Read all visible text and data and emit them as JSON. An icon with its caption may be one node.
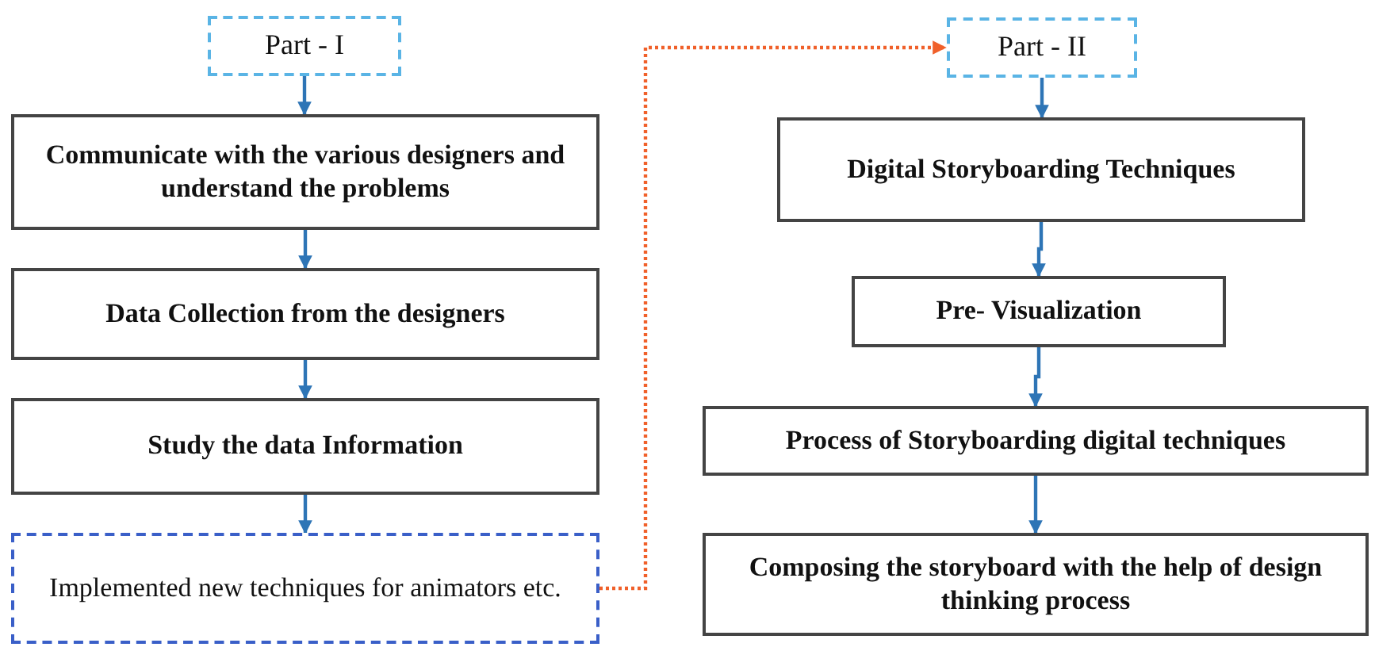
{
  "diagram": {
    "nodes": [
      {
        "text": [
          "Part - I"
        ]
      },
      {
        "text": [
          "Communicate with the various designers and understand the problems"
        ]
      },
      {
        "text": [
          "Data Collection from the designers"
        ]
      },
      {
        "text": [
          "Study the data Information"
        ]
      },
      {
        "text": [
          "Implemented new techniques for animators etc."
        ]
      },
      {
        "text": [
          "Part - II"
        ]
      },
      {
        "text": [
          "Digital Storyboarding Techniques"
        ]
      },
      {
        "text": [
          "Pre- Visualization"
        ]
      },
      {
        "text": [
          "Process of Storyboarding digital techniques"
        ]
      },
      {
        "text": [
          "Composing the storyboard with the help of design thinking process"
        ]
      }
    ],
    "edges": [
      {
        "from": 0,
        "to": 1,
        "arrow": "to"
      },
      {
        "from": 1,
        "to": 2,
        "arrow": "to"
      },
      {
        "from": 2,
        "to": 3,
        "arrow": "to"
      },
      {
        "from": 3,
        "to": 4,
        "arrow": "to"
      },
      {
        "from": 4,
        "to": 5,
        "arrow": "to",
        "style": "dashed",
        "color": "#f0602a"
      },
      {
        "from": 5,
        "to": 6,
        "arrow": "to"
      },
      {
        "from": 6,
        "to": 7,
        "arrow": "to"
      },
      {
        "from": 7,
        "to": 8,
        "arrow": "to"
      },
      {
        "from": 8,
        "to": 9,
        "arrow": "to"
      }
    ]
  }
}
